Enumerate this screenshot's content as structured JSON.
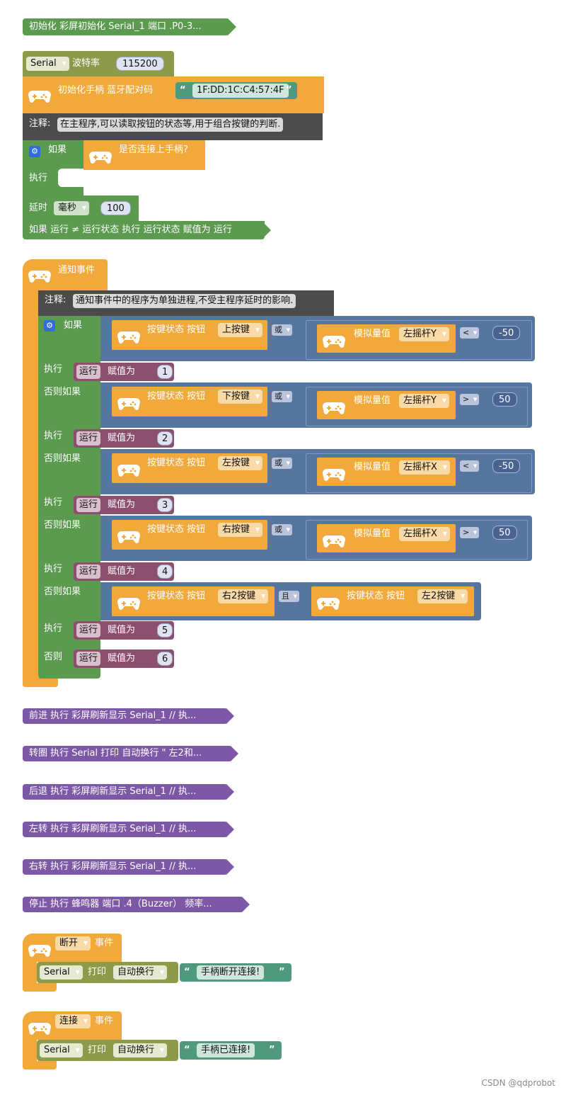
{
  "colors": {
    "green": "#5b9a4f",
    "olive": "#8d9a4a",
    "orange": "#f2a93b",
    "dark": "#4b4b4b",
    "blue": "#56759f",
    "maroon": "#8d4f6e",
    "purple": "#7c58a6",
    "teal": "#4f9a7e"
  },
  "init": {
    "label": "初始化 彩屏初始化 Serial_1 端口 .P0-3..."
  },
  "setup": {
    "serial_var": "Serial",
    "baud_label": "波特率",
    "baud_value": "115200",
    "gamepad_init_label": "初始化手柄 蓝牙配对码",
    "mac_address": "1F:DD:1C:C4:57:4F",
    "quote_open": "“",
    "quote_close": "”",
    "comment_label": "注释:",
    "comment_text": "在主程序,可以读取按钮的状态等,用于组合按键的判断.",
    "if_label": "如果",
    "connected_label": "是否连接上手柄?",
    "do_label": "执行",
    "delay_label": "延时",
    "delay_unit": "毫秒",
    "delay_value": "100",
    "run_compare": "如果 运行 ≠ 运行状态 执行 运行状态 赋值为 运行"
  },
  "notify": {
    "title": "通知事件",
    "comment_label": "注释:",
    "comment_text": "通知事件中的程序为单独进程,不受主程序延时的影响.",
    "if_label": "如果",
    "else_if_label": "否则如果",
    "else_label": "否则",
    "do_label": "执行",
    "btn_state_label": "按键状态 按钮",
    "analog_label": "模拟量值",
    "or_label": "或",
    "and_label": "且",
    "assign_label": "赋值为",
    "run_var": "运行",
    "conds": [
      {
        "button": "上按键",
        "stick": "左摇杆Y",
        "op": "<",
        "value": "-50",
        "assign": "1"
      },
      {
        "button": "下按键",
        "stick": "左摇杆Y",
        "op": ">",
        "value": "50",
        "assign": "2"
      },
      {
        "button": "左按键",
        "stick": "左摇杆X",
        "op": "<",
        "value": "-50",
        "assign": "3"
      },
      {
        "button": "右按键",
        "stick": "左摇杆X",
        "op": ">",
        "value": "50",
        "assign": "4"
      }
    ],
    "cond5": {
      "button_a": "右2按键",
      "button_b": "左2按键",
      "assign": "5"
    },
    "else_assign": "6"
  },
  "functions": [
    "前进 执行 彩屏刷新显示 Serial_1 // 执...",
    "转圈 执行 Serial 打印 自动换行 \" 左2和...",
    "后退 执行 彩屏刷新显示 Serial_1 // 执...",
    "左转 执行 彩屏刷新显示 Serial_1 // 执...",
    "右转 执行 彩屏刷新显示 Serial_1 // 执...",
    "停止 执行 蜂鸣器 端口 .4（Buzzer） 频率..."
  ],
  "disconnect_event": {
    "dropdown": "断开",
    "event_label": "事件",
    "serial_var": "Serial",
    "print_label": "打印",
    "mode": "自动换行",
    "message": "手柄断开连接!"
  },
  "connect_event": {
    "dropdown": "连接",
    "event_label": "事件",
    "serial_var": "Serial",
    "print_label": "打印",
    "mode": "自动换行",
    "message": "手柄已连接!"
  },
  "watermark": "CSDN @qdprobot"
}
